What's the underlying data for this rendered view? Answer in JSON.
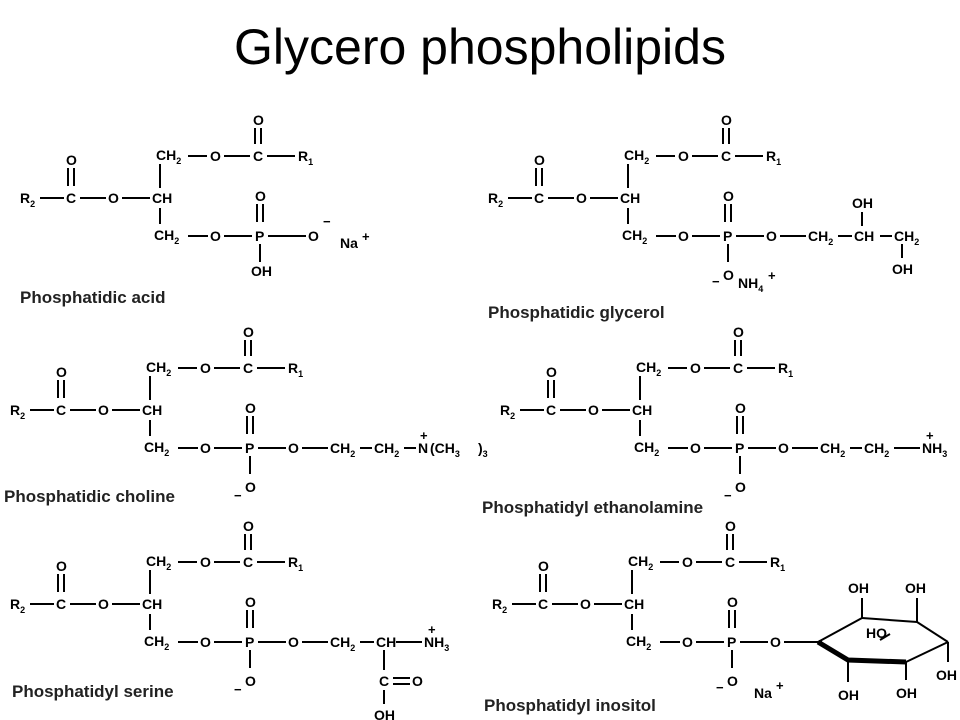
{
  "title": "Glycero phospholipids",
  "molecules": [
    {
      "caption": "Phosphatidic acid",
      "r2": "R",
      "r2_sub": "2",
      "ch2_top": "CH",
      "ch2_top_sub": "2",
      "ch": "CH",
      "ch2_bottom": "CH",
      "ch2_bottom_sub": "2",
      "o_ester_top": "O",
      "c_top": "C",
      "o_carbonyl_top": "O",
      "r1": "R",
      "r1_sub": "1",
      "c_left": "C",
      "o_carbonyl_left": "O",
      "o_ester_left": "O",
      "o_link": "O",
      "p": "P",
      "o_p_top": "O",
      "p_right": "O",
      "p_right_charge": "−",
      "counterion": "Na",
      "counterion_charge": "+",
      "p_bottom": "OH"
    },
    {
      "caption": "Phosphatidic glycerol",
      "r2": "R",
      "r2_sub": "2",
      "ch2_top": "CH",
      "ch2_top_sub": "2",
      "ch": "CH",
      "ch2_bottom": "CH",
      "ch2_bottom_sub": "2",
      "o_ester_top": "O",
      "c_top": "C",
      "o_carbonyl_top": "O",
      "r1": "R",
      "r1_sub": "1",
      "c_left": "C",
      "o_carbonyl_left": "O",
      "o_ester_left": "O",
      "o_link": "O",
      "p": "P",
      "o_p_top": "O",
      "p_bottom": "O",
      "p_bottom_charge": "−",
      "counterion": "NH",
      "counterion_sub": "4",
      "counterion_charge": "+",
      "chain": {
        "o": "O",
        "ch2a": "CH",
        "ch2a_sub": "2",
        "ch": "CH",
        "ch_oh": "OH",
        "ch2b": "CH",
        "ch2b_sub": "2",
        "ch2b_oh": "OH"
      }
    },
    {
      "caption": "Phosphatidic choline",
      "r2": "R",
      "r2_sub": "2",
      "ch2_top": "CH",
      "ch2_top_sub": "2",
      "ch": "CH",
      "ch2_bottom": "CH",
      "ch2_bottom_sub": "2",
      "o_ester_top": "O",
      "c_top": "C",
      "o_carbonyl_top": "O",
      "r1": "R",
      "r1_sub": "1",
      "c_left": "C",
      "o_carbonyl_left": "O",
      "o_ester_left": "O",
      "o_link": "O",
      "p": "P",
      "o_p_top": "O",
      "p_bottom": "O",
      "p_bottom_charge": "−",
      "chain": {
        "o": "O",
        "ch2a": "CH",
        "ch2a_sub": "2",
        "ch2b": "CH",
        "ch2b_sub": "2",
        "n": "N",
        "n_charge": "+",
        "n_group": "(CH",
        "n_group_sub": "3",
        "n_group_end": ")",
        "n_group_sub2": "3"
      }
    },
    {
      "caption": "Phosphatidyl ethanolamine",
      "r2": "R",
      "r2_sub": "2",
      "ch2_top": "CH",
      "ch2_top_sub": "2",
      "ch": "CH",
      "ch2_bottom": "CH",
      "ch2_bottom_sub": "2",
      "o_ester_top": "O",
      "c_top": "C",
      "o_carbonyl_top": "O",
      "r1": "R",
      "r1_sub": "1",
      "c_left": "C",
      "o_carbonyl_left": "O",
      "o_ester_left": "O",
      "o_link": "O",
      "p": "P",
      "o_p_top": "O",
      "p_bottom": "O",
      "p_bottom_charge": "−",
      "chain": {
        "o": "O",
        "ch2a": "CH",
        "ch2a_sub": "2",
        "ch2b": "CH",
        "ch2b_sub": "2",
        "n": "NH",
        "n_sub": "3",
        "n_charge": "+"
      }
    },
    {
      "caption": "Phosphatidyl serine",
      "r2": "R",
      "r2_sub": "2",
      "ch2_top": "CH",
      "ch2_top_sub": "2",
      "ch": "CH",
      "ch2_bottom": "CH",
      "ch2_bottom_sub": "2",
      "o_ester_top": "O",
      "c_top": "C",
      "o_carbonyl_top": "O",
      "r1": "R",
      "r1_sub": "1",
      "c_left": "C",
      "o_carbonyl_left": "O",
      "o_ester_left": "O",
      "o_link": "O",
      "p": "P",
      "o_p_top": "O",
      "p_bottom": "O",
      "p_bottom_charge": "−",
      "chain": {
        "o": "O",
        "ch2a": "CH",
        "ch2a_sub": "2",
        "ch": "CH",
        "n": "NH",
        "n_sub": "3",
        "n_charge": "+",
        "c": "C",
        "c_o": "O",
        "c_oh": "OH"
      }
    },
    {
      "caption": "Phosphatidyl inositol",
      "r2": "R",
      "r2_sub": "2",
      "ch2_top": "CH",
      "ch2_top_sub": "2",
      "ch": "CH",
      "ch2_bottom": "CH",
      "ch2_bottom_sub": "2",
      "o_ester_top": "O",
      "c_top": "C",
      "o_carbonyl_top": "O",
      "r1": "R",
      "r1_sub": "1",
      "c_left": "C",
      "o_carbonyl_left": "O",
      "o_ester_left": "O",
      "o_link": "O",
      "p": "P",
      "o_p_top": "O",
      "p_bottom": "O",
      "p_bottom_charge": "−",
      "counterion": "Na",
      "counterion_charge": "+",
      "chain": {
        "o": "O",
        "ring_oh": [
          "OH",
          "OH",
          "HO",
          "OH",
          "OH",
          "OH"
        ]
      }
    }
  ]
}
